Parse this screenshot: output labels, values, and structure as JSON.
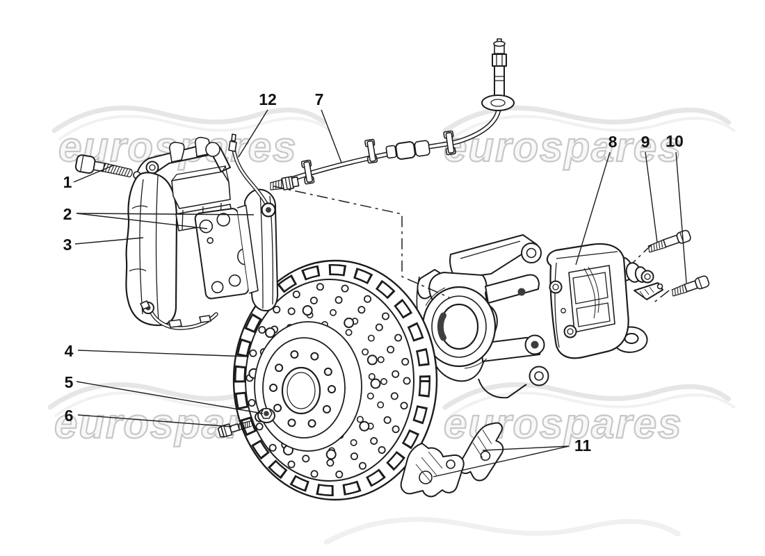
{
  "watermark": {
    "text": "eurospares",
    "color": "#e3e3e3"
  },
  "drawing": {
    "line_color": "#1c1c1c",
    "background": "#ffffff"
  },
  "callouts": [
    {
      "number": "1"
    },
    {
      "number": "2"
    },
    {
      "number": "3"
    },
    {
      "number": "4"
    },
    {
      "number": "5"
    },
    {
      "number": "6"
    },
    {
      "number": "7"
    },
    {
      "number": "8"
    },
    {
      "number": "9"
    },
    {
      "number": "10"
    },
    {
      "number": "11"
    },
    {
      "number": "12"
    }
  ]
}
